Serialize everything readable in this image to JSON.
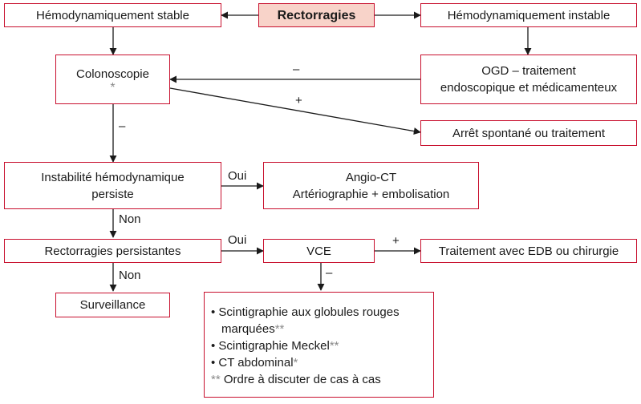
{
  "nodes": {
    "rectorragies": "Rectorragies",
    "stable": "Hémodynamiquement stable",
    "instable": "Hémodynamiquement instable",
    "colonoscopie": "Colonoscopie",
    "colonoscopie_mark": "*",
    "ogd_line1": "OGD – traitement",
    "ogd_line2": "endoscopique et médicamenteux",
    "arret": "Arrêt spontané ou traitement",
    "instabilite_line1": "Instabilité hémodynamique",
    "instabilite_line2": "persiste",
    "angio_line1": "Angio-CT",
    "angio_line2": "Artériographie + embolisation",
    "persistantes": "Rectorragies persistantes",
    "vce": "VCE",
    "traitement": "Traitement avec EDB ou chirurgie",
    "surveillance": "Surveillance"
  },
  "list": {
    "item1_line1": "• Scintigraphie aux globules rouges",
    "item1_line2": "marquées",
    "item1_mark": "**",
    "item2": "• Scintigraphie Meckel",
    "item2_mark": "**",
    "item3": "• CT abdominal",
    "item3_mark": "*",
    "note_mark": "**",
    "note": " Ordre à discuter de cas à cas"
  },
  "edge_labels": {
    "ogd_to_colo": "–",
    "colo_to_arret": "+",
    "colo_down": "–",
    "oui_1": "Oui",
    "non_1": "Non",
    "oui_2": "Oui",
    "non_2": "Non",
    "vce_plus": "+",
    "vce_minus": "–"
  },
  "colors": {
    "box_border": "#c8102e",
    "title_fill": "#f8d3c9",
    "line": "#1a1a1a",
    "asterisk": "#8a8a8a"
  }
}
